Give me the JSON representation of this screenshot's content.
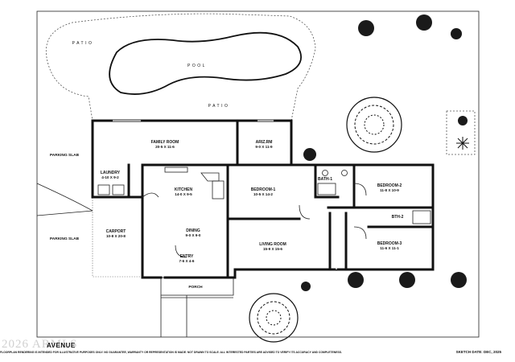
{
  "areas": {
    "patio_top": "PATIO",
    "pool": "POOL",
    "patio_mid": "PATIO",
    "parking_slab_1": "PARKING SLAB",
    "parking_slab_2": "PARKING SLAB",
    "porch": "PORCH"
  },
  "rooms": {
    "family_room": {
      "name": "FAMILY ROOM",
      "dims": "20-5 X 11-6"
    },
    "ariz_rm": {
      "name": "ARIZ.RM",
      "dims": "9-0 X 11-9"
    },
    "laundry": {
      "name": "LAUNDRY",
      "dims": "4-10 X 9-2"
    },
    "kitchen": {
      "name": "KITCHEN",
      "dims": "14-0 X 9-5"
    },
    "bedroom_1": {
      "name": "BEDROOM-1",
      "dims": "10-5 X 14-2"
    },
    "bath_1": {
      "name": "BATH-1",
      "dims": ""
    },
    "bedroom_2": {
      "name": "BEDROOM-2",
      "dims": "11-8 X 10-9"
    },
    "bth_2": {
      "name": "BTH-2",
      "dims": ""
    },
    "carport": {
      "name": "CARPORT",
      "dims": "10-8 X 20-8"
    },
    "dining": {
      "name": "DINING",
      "dims": "9-0 X 9-0"
    },
    "entry": {
      "name": "ENTRY",
      "dims": "7-6 X 4-6"
    },
    "living_room": {
      "name": "LIVING ROOM",
      "dims": "15-9 X 15-6"
    },
    "bedroom_3": {
      "name": "BEDROOM-3",
      "dims": "11-6 X 11-1"
    }
  },
  "footer": {
    "watermark": "2026 ARMLS",
    "street": "AVENUE",
    "disclaimer": "FLOORPLAN RENDERING IS INTENDED FOR ILLUSTRATIVE PURPOSES ONLY. NO GUARANTEE, WARRANTY OR REPRESENTATION IS MADE. NOT DRAWN TO SCALE. ALL INTERESTED PARTIES ARE ADVISED TO VERIFY ITS ACCURACY AND COMPLETENESS.",
    "sketch_date": "SKETCH DATE: DEC, 2025"
  },
  "colors": {
    "wall": "#111111",
    "background": "#ffffff",
    "tree": "#1a1a1a"
  },
  "icons": [
    "tree-icon",
    "shrub-icon",
    "pool-shape",
    "door-swing-icon",
    "sink-icon",
    "tub-icon"
  ]
}
